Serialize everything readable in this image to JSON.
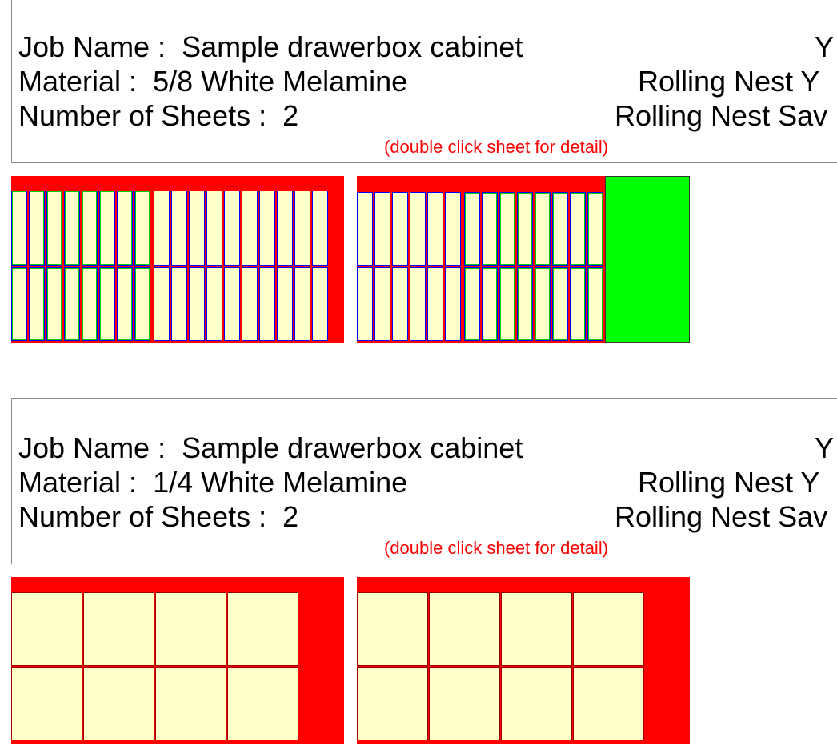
{
  "colors": {
    "sheet_waste": "#ff0000",
    "part_fill": "#ffffcc",
    "part_border_dark": "#990000",
    "part_border_blue": "#0000ff",
    "part_border_green": "#00cc00",
    "remnant_green": "#00ff00",
    "hint_red": "#ff0000"
  },
  "groups": [
    {
      "job_label": "Job Name :",
      "job_value": "Sample drawerbox cabinet",
      "material_label": "Material :",
      "material_value": "5/8 White Melamine",
      "sheets_label": "Number of Sheets :",
      "sheets_value": "2",
      "right_line1": "Y",
      "right_line2": "Rolling Nest Y",
      "right_line3": "Rolling Nest Sav",
      "hint": "(double click sheet for detail)"
    },
    {
      "job_label": "Job Name :",
      "job_value": "Sample drawerbox cabinet",
      "material_label": "Material :",
      "material_value": "1/4 White Melamine",
      "sheets_label": "Number of Sheets :",
      "sheets_value": "2",
      "right_line1": "Y",
      "right_line2": "Rolling Nest Y",
      "right_line3": "Rolling Nest Sav",
      "hint": "(double click sheet for detail)"
    }
  ]
}
